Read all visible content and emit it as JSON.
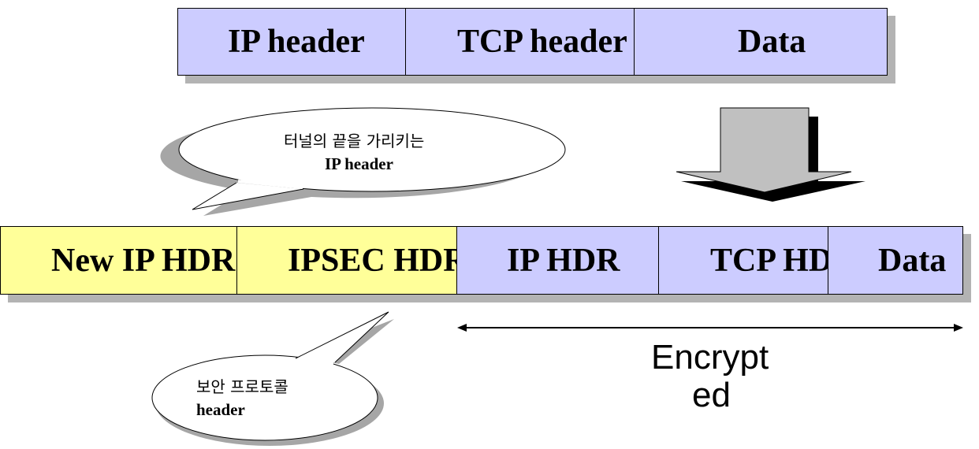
{
  "original_packet": {
    "ip_header": "IP header",
    "tcp_header": "TCP header",
    "data": "Data"
  },
  "tunnel_bubble": {
    "line1": "터널의 끝을 가리키는",
    "line2": "IP header"
  },
  "ipsec_packet": {
    "new_ip_hdr": "New IP HDR",
    "ipsec_hdr": "IPSEC HDR",
    "ip_hdr": "IP HDR",
    "tcp_hdr": "TCP HDR",
    "data": "Data"
  },
  "security_bubble": {
    "line1": "보안 프로토콜",
    "line2": "header"
  },
  "encrypted_label": {
    "line1": "Encrypt",
    "line2": "ed"
  },
  "colors": {
    "blue_fill": "#ccccff",
    "yellow_fill": "#ffff99",
    "shadow": "#b3b3b3",
    "arrow_fill": "#c0c0c0"
  }
}
